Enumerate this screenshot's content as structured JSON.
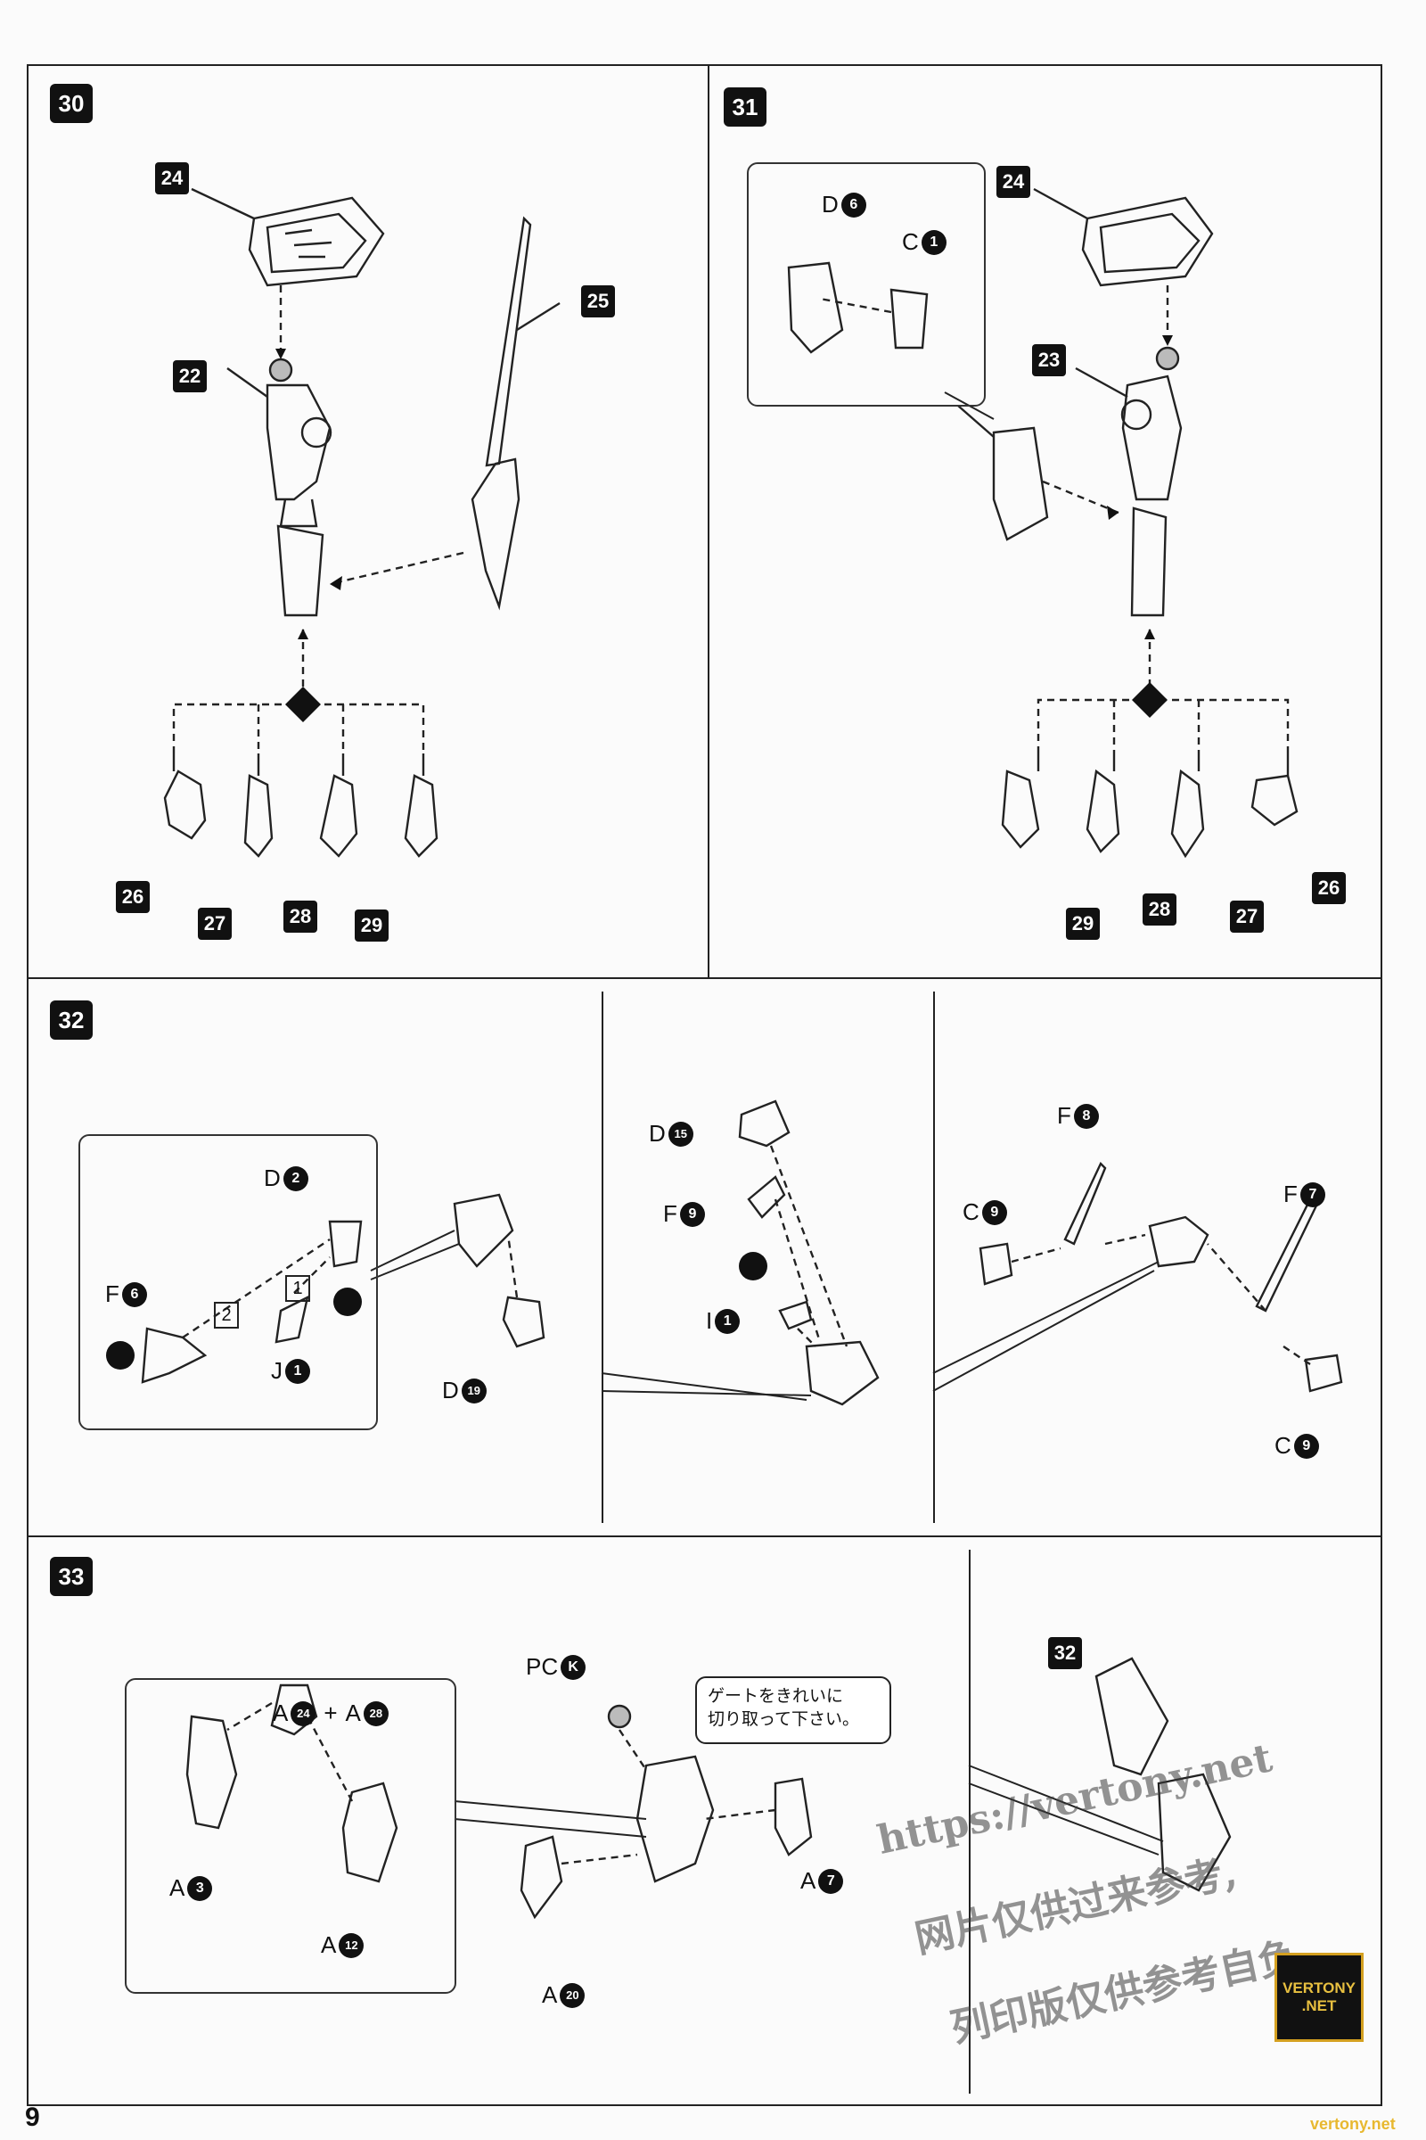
{
  "page": {
    "number": "9"
  },
  "steps": {
    "s30": {
      "num": "30",
      "parts": {
        "p24": "24",
        "p22": "22",
        "p25": "25",
        "p26": "26",
        "p27": "27",
        "p28": "28",
        "p29": "29"
      }
    },
    "s31": {
      "num": "31",
      "inset": {
        "d": "D",
        "d_num": "6",
        "c": "C",
        "c_num": "1"
      },
      "parts": {
        "p24": "24",
        "p23": "23",
        "p29": "29",
        "p28": "28",
        "p27": "27",
        "p26": "26"
      }
    },
    "s32": {
      "num": "32",
      "inset": {
        "d": "D",
        "d_num": "2",
        "f": "F",
        "f_num": "6",
        "j": "J",
        "j_num": "1",
        "order1": "1",
        "order2": "2",
        "d2": "D",
        "d2_num": "19"
      },
      "mid": {
        "d": "D",
        "d_num": "15",
        "f": "F",
        "f_num": "9",
        "i": "I",
        "i_num": "1"
      },
      "right": {
        "c1": "C",
        "c1_num": "9",
        "f1": "F",
        "f1_num": "8",
        "f2": "F",
        "f2_num": "7",
        "c2": "C",
        "c2_num": "9"
      }
    },
    "s33": {
      "num": "33",
      "inset": {
        "a_top": "A",
        "a_top_num": "24",
        "plus": "+",
        "a_top2": "A",
        "a_top2_num": "28",
        "a3": "A",
        "a3_num": "3",
        "a12": "A",
        "a12_num": "12"
      },
      "pc": "PC",
      "pc_letter": "K",
      "note_line1": "ゲートをきれいに",
      "note_line2": "切り取って下さい。",
      "a7": "A",
      "a7_num": "7",
      "a20": "A",
      "a20_num": "20",
      "ref": "32"
    }
  },
  "watermark": {
    "line1": "https://vertony.net",
    "line2": "网片仅供过来参考,",
    "line3": "列印版仅供参考自负",
    "logo1": "VERTONY",
    "logo2": ".NET",
    "url": "vertony.net"
  },
  "colors": {
    "ink": "#111111",
    "paper": "#fbfbfb",
    "accent": "#d4a020"
  }
}
